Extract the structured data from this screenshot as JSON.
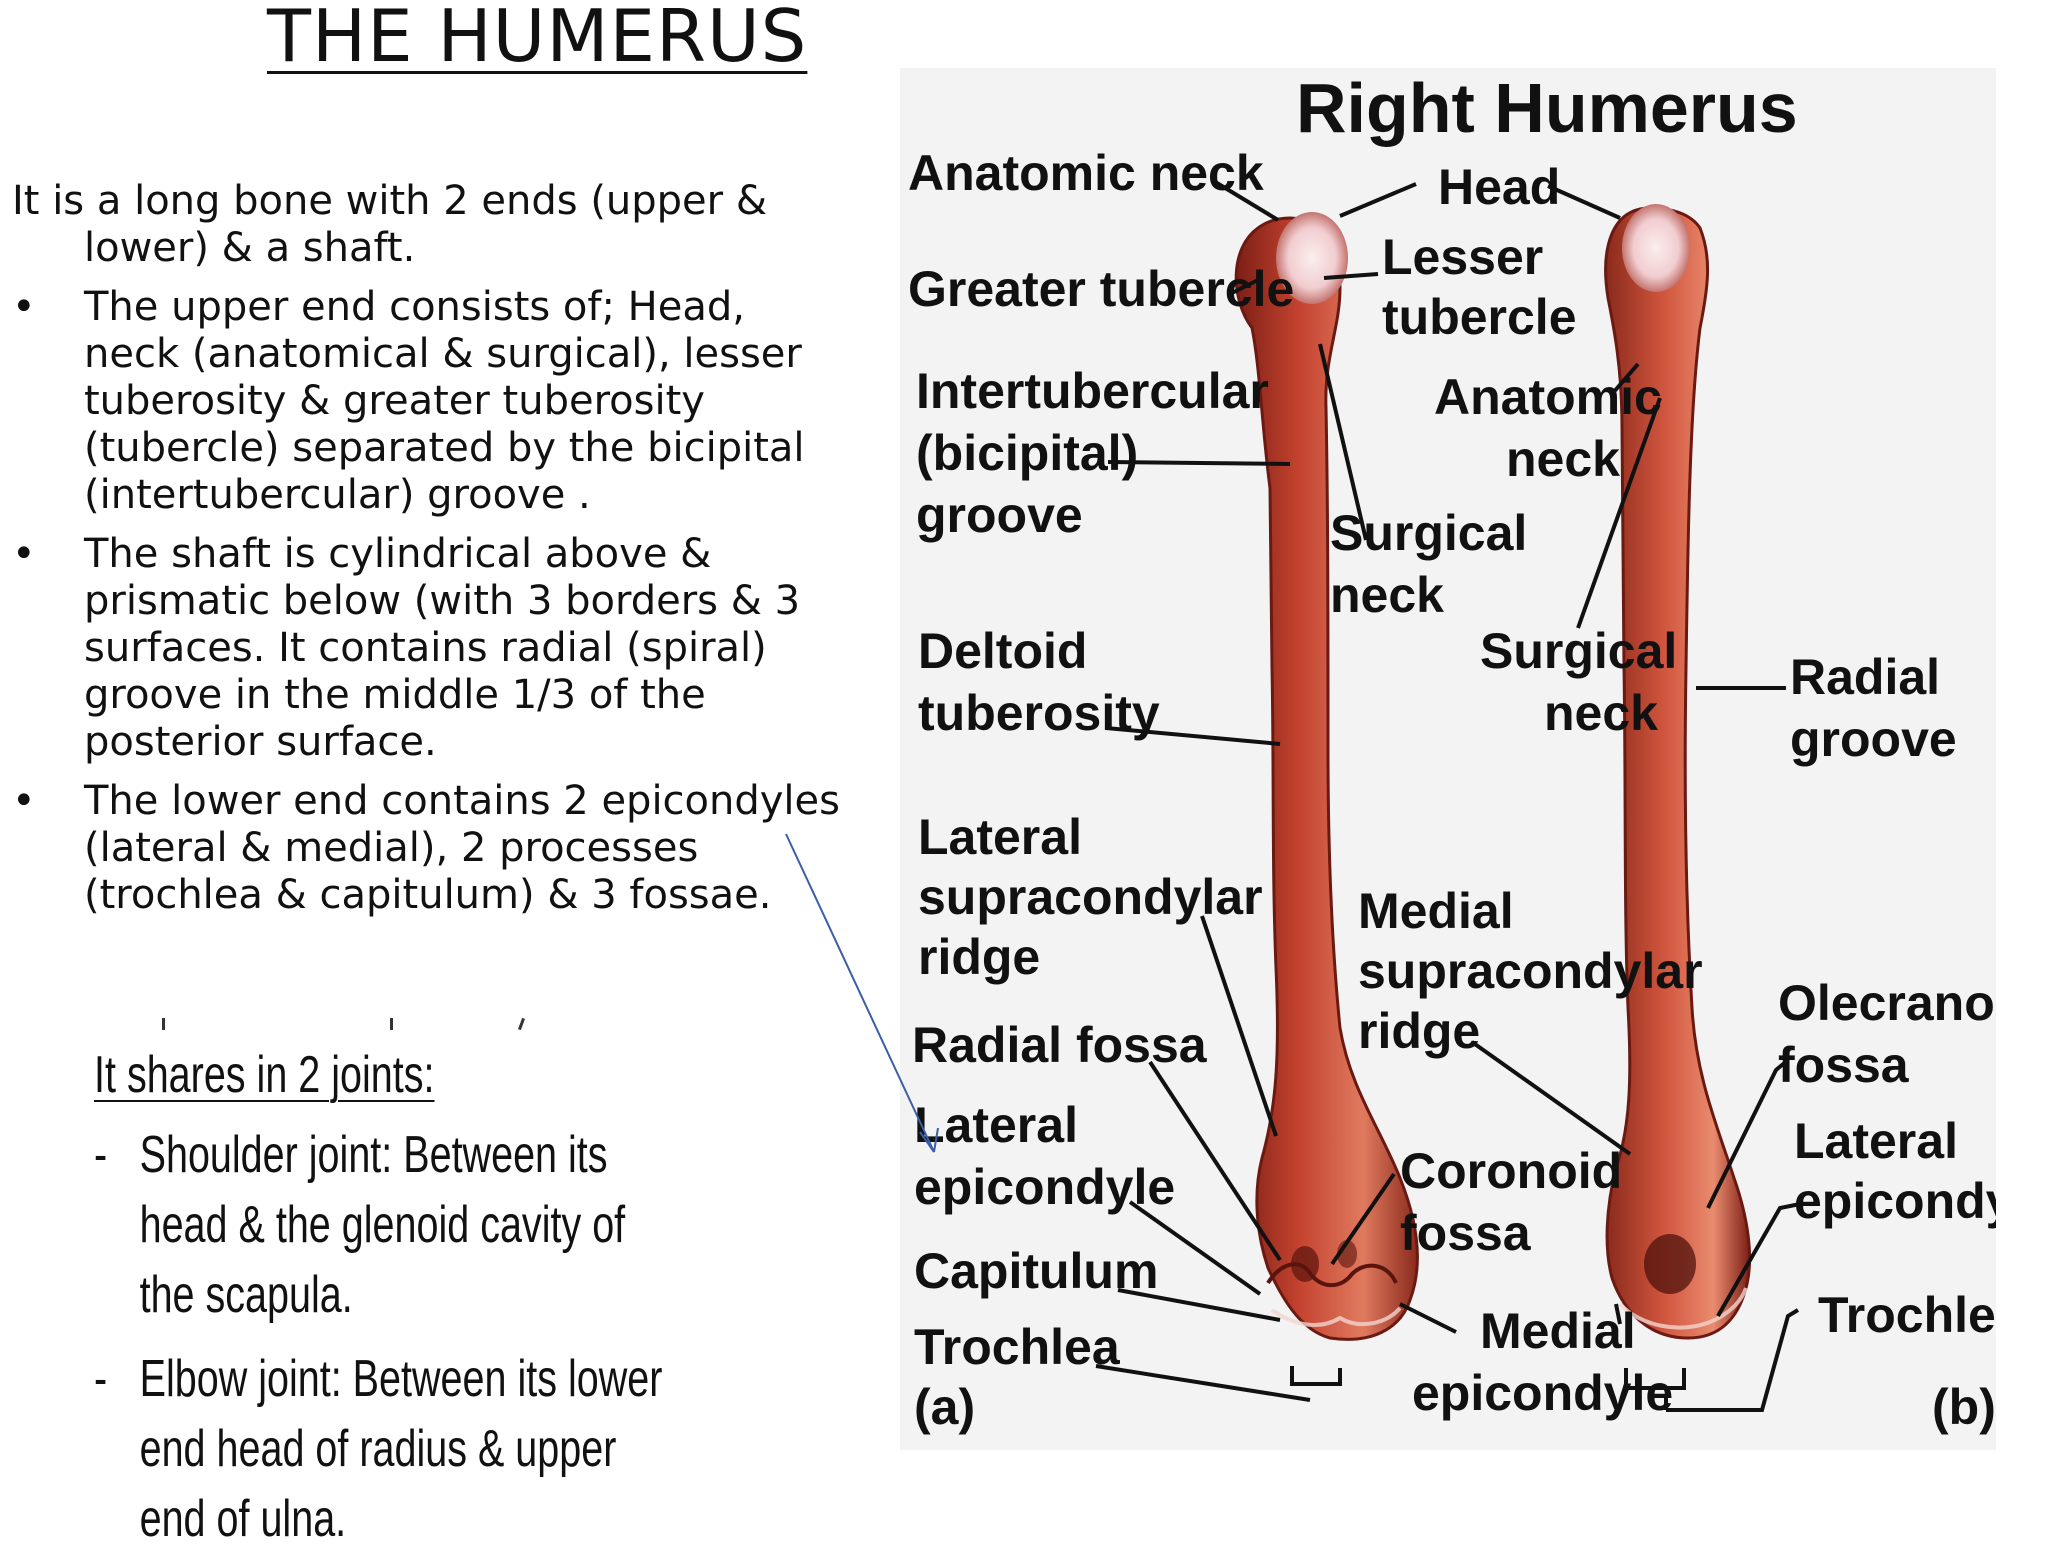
{
  "title": "THE HUMERUS",
  "intro": "It is a long bone with 2 ends (upper & lower) & a shaft.",
  "bullets": [
    {
      "marker": "•",
      "text": "The upper end consists of; Head, neck (anatomical & surgical), lesser tuberosity & greater tuberosity (tubercle) separated by the bicipital (intertubercular) groove ."
    },
    {
      "marker": "•",
      "text": "The shaft is cylindrical above & prismatic below (with 3 borders & 3 surfaces. It contains radial (spiral) groove in the middle 1/3 of the posterior surface."
    },
    {
      "marker": "•",
      "text": "The lower end contains 2 epicondyles (lateral & medial), 2 processes (trochlea & capitulum) & 3 fossae."
    }
  ],
  "joints": {
    "heading": "It shares in 2 joints:",
    "items": [
      {
        "marker": "-",
        "text": "Shoulder joint: Between its head & the glenoid cavity of the scapula."
      },
      {
        "marker": "-",
        "text": "Elbow joint: Between its lower end head of radius & upper end of ulna."
      }
    ]
  },
  "figure": {
    "title": "Right Humerus",
    "panel_a": "(a)",
    "panel_b": "(b)",
    "labels": {
      "anatomic_neck_a": "Anatomic neck",
      "head": "Head",
      "greater_tubercle": "Greater tubercle",
      "lesser_tubercle_1": "Lesser",
      "lesser_tubercle_2": "tubercle",
      "intertubercular_1": "Intertubercular",
      "intertubercular_2": "(bicipital)",
      "intertubercular_3": "groove",
      "anatomic_neck_b_1": "Anatomic",
      "anatomic_neck_b_2": "neck",
      "surgical_neck_a_1": "Surgical",
      "surgical_neck_a_2": "neck",
      "deltoid_1": "Deltoid",
      "deltoid_2": "tuberosity",
      "surgical_neck_b_1": "Surgical",
      "surgical_neck_b_2": "neck",
      "radial_groove_1": "Radial",
      "radial_groove_2": "groove",
      "lat_supra_1": "Lateral",
      "lat_supra_2": "supracondylar",
      "lat_supra_3": "ridge",
      "med_supra_1": "Medial",
      "med_supra_2": "supracondylar",
      "med_supra_3": "ridge",
      "radial_fossa": "Radial fossa",
      "olecranon_1": "Olecranon",
      "olecranon_2": "fossa",
      "lat_epi_a_1": "Lateral",
      "lat_epi_a_2": "epicondyle",
      "coronoid_1": "Coronoid",
      "coronoid_2": "fossa",
      "lat_epi_b_1": "Lateral",
      "lat_epi_b_2": "epicondyle",
      "capitulum": "Capitulum",
      "medial_epi_1": "Medial",
      "medial_epi_2": "epicondyle",
      "trochlea_a": "Trochlea",
      "trochlea_b": "Trochlea"
    },
    "colors": {
      "bone": "#b5382a",
      "bone_dark": "#7d1f16",
      "bone_light": "#e8a08a",
      "head_highlight": "#f6e2e0",
      "background": "#f3f3f3",
      "arrow": "#3a5ea8"
    }
  }
}
